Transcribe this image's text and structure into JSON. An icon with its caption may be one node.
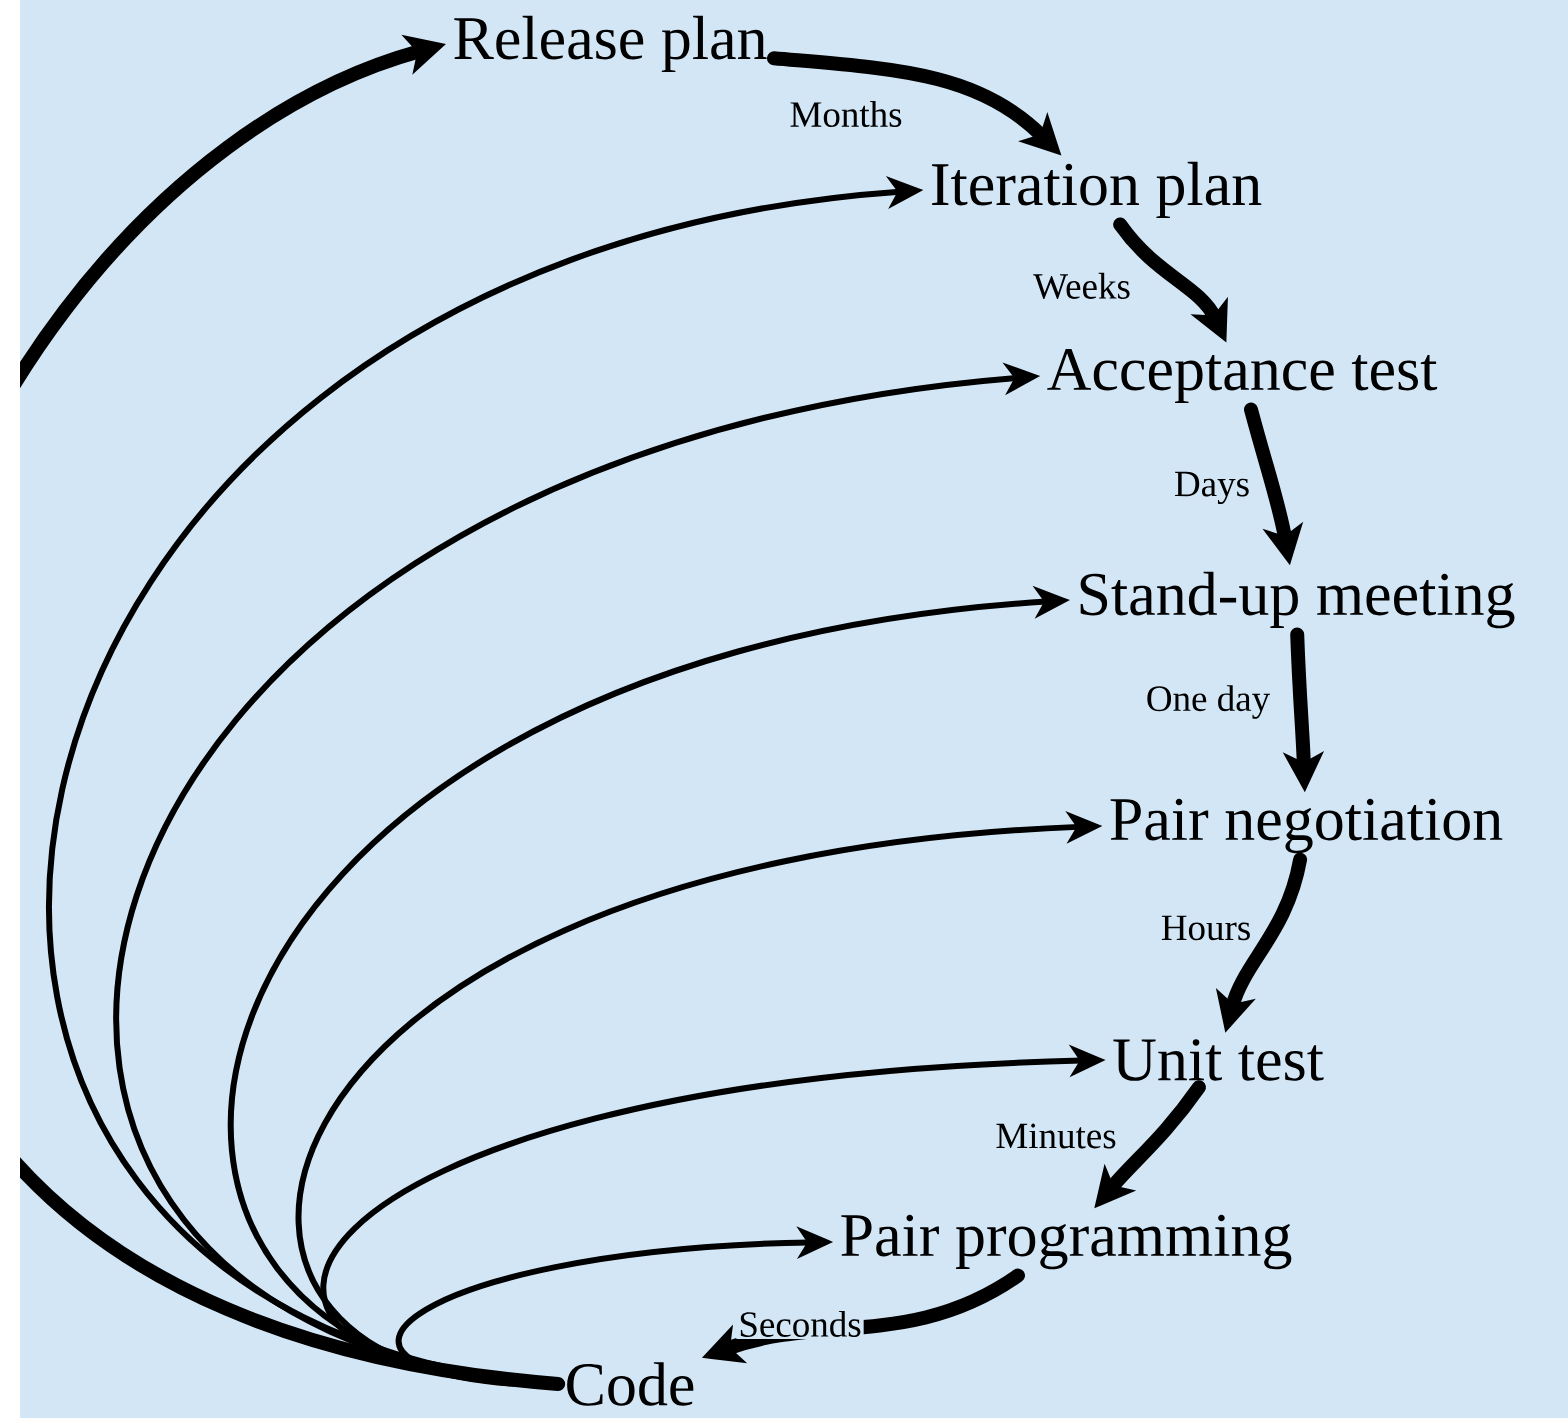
{
  "diagram": {
    "nodes": [
      {
        "text": [
          "Release plan"
        ]
      },
      {
        "text": [
          "Iteration plan"
        ]
      },
      {
        "text": [
          "Acceptance test"
        ]
      },
      {
        "text": [
          "Stand-up meeting"
        ]
      },
      {
        "text": [
          "Pair negotiation"
        ]
      },
      {
        "text": [
          "Unit test"
        ]
      },
      {
        "text": [
          "Pair programming"
        ]
      },
      {
        "text": [
          "Code"
        ]
      }
    ],
    "edges": [
      {
        "from": 0,
        "to": 1,
        "arrow": "to",
        "label": "Months"
      },
      {
        "from": 1,
        "to": 2,
        "arrow": "to",
        "label": "Weeks"
      },
      {
        "from": 2,
        "to": 3,
        "arrow": "to",
        "label": "Days"
      },
      {
        "from": 3,
        "to": 4,
        "arrow": "to",
        "label": "One day"
      },
      {
        "from": 4,
        "to": 5,
        "arrow": "to",
        "label": "Hours"
      },
      {
        "from": 5,
        "to": 6,
        "arrow": "to",
        "label": "Minutes"
      },
      {
        "from": 6,
        "to": 7,
        "arrow": "to",
        "label": "Seconds"
      },
      {
        "from": 7,
        "to": 0,
        "arrow": "to"
      },
      {
        "from": 7,
        "to": 1,
        "arrow": "to"
      },
      {
        "from": 7,
        "to": 2,
        "arrow": "to"
      },
      {
        "from": 7,
        "to": 3,
        "arrow": "to"
      },
      {
        "from": 7,
        "to": 4,
        "arrow": "to"
      },
      {
        "from": 7,
        "to": 5,
        "arrow": "to"
      },
      {
        "from": 7,
        "to": 6,
        "arrow": "to"
      }
    ]
  }
}
